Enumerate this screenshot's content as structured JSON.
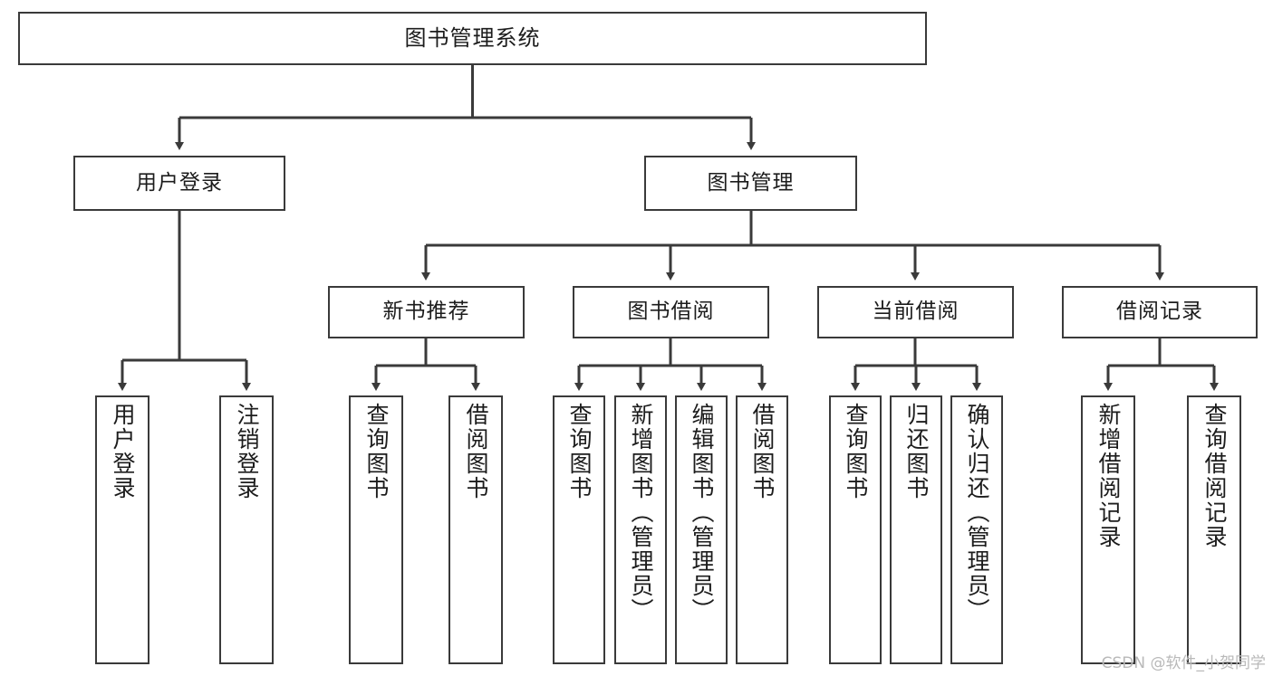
{
  "diagram": {
    "type": "tree-hierarchy-chart",
    "title": "图书管理系统",
    "colors": {
      "stroke": "#3a3a3a",
      "fill": "#ffffff",
      "text": "#1c1c1c",
      "watermark": "#b9b9b9"
    },
    "root": {
      "id": "root",
      "label": "图书管理系统"
    },
    "level2": [
      {
        "id": "user-login",
        "label": "用户登录"
      },
      {
        "id": "book-management",
        "label": "图书管理"
      }
    ],
    "level3": [
      {
        "id": "new-book-recommend",
        "label": "新书推荐",
        "parent": "book-management"
      },
      {
        "id": "book-borrow",
        "label": "图书借阅",
        "parent": "book-management"
      },
      {
        "id": "current-borrow",
        "label": "当前借阅",
        "parent": "book-management"
      },
      {
        "id": "borrow-record",
        "label": "借阅记录",
        "parent": "book-management"
      }
    ],
    "leaves": {
      "user-login": [
        {
          "id": "leaf-user-login",
          "label": "用户登录"
        },
        {
          "id": "leaf-logout",
          "label": "注销登录"
        }
      ],
      "new-book-recommend": [
        {
          "id": "leaf-query-book-1",
          "label": "查询图书"
        },
        {
          "id": "leaf-borrow-book-1",
          "label": "借阅图书"
        }
      ],
      "book-borrow": [
        {
          "id": "leaf-query-book-2",
          "label": "查询图书"
        },
        {
          "id": "leaf-add-book",
          "label": "新增图书（管理员）"
        },
        {
          "id": "leaf-edit-book",
          "label": "编辑图书（管理员）"
        },
        {
          "id": "leaf-borrow-book-2",
          "label": "借阅图书"
        }
      ],
      "current-borrow": [
        {
          "id": "leaf-query-book-3",
          "label": "查询图书"
        },
        {
          "id": "leaf-return-book",
          "label": "归还图书"
        },
        {
          "id": "leaf-confirm-return",
          "label": "确认归还（管理员）"
        }
      ],
      "borrow-record": [
        {
          "id": "leaf-add-record",
          "label": "新增借阅记录"
        },
        {
          "id": "leaf-query-record",
          "label": "查询借阅记录"
        }
      ]
    }
  },
  "watermark": {
    "text": "CSDN @软件_小贺同学"
  }
}
